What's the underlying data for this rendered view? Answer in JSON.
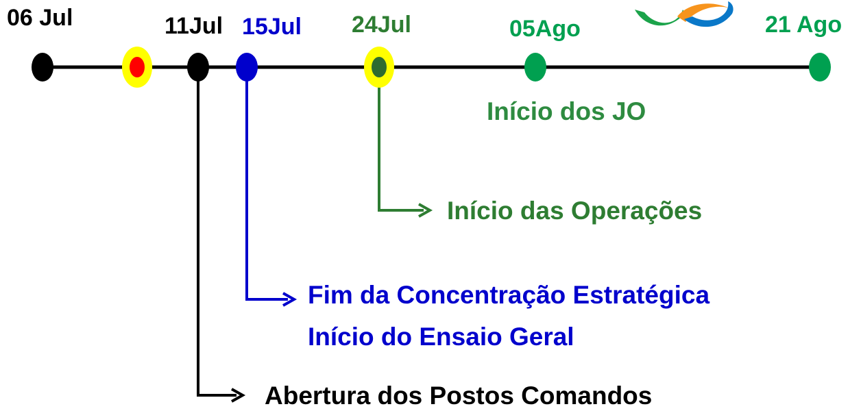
{
  "timeline": {
    "dates": [
      {
        "id": "d1",
        "label": "06 Jul",
        "color": "#000000"
      },
      {
        "id": "d2",
        "label": "11Jul",
        "color": "#000000"
      },
      {
        "id": "d3",
        "label": "15Jul",
        "color": "#0000CC"
      },
      {
        "id": "d4",
        "label": "24Jul",
        "color": "#2E7D32"
      },
      {
        "id": "d5",
        "label": "05Ago",
        "color": "#00A050"
      },
      {
        "id": "d6",
        "label": "21 Ago",
        "color": "#00A050"
      }
    ],
    "events": {
      "jo": {
        "text": "Início dos JO",
        "color": "#2E8B40"
      },
      "operacoes": {
        "text": "Início das Operações",
        "color": "#2E7D32"
      },
      "fim_concentracao": {
        "text": "Fim da Concentração Estratégica",
        "color": "#0000CC"
      },
      "ensaio_geral": {
        "text": "Início do Ensaio Geral",
        "color": "#0000CC"
      },
      "postos": {
        "text": "Abertura dos Postos Comandos",
        "color": "#000000"
      }
    },
    "markers": {
      "highlight_color": "#FFFF00",
      "red_dot_color": "#FF0000",
      "dark_green_color": "#2E6B30",
      "line_color": "#000000"
    }
  },
  "logo": {
    "name": "rio-2016-logo-icon",
    "colors": [
      "#1BA34A",
      "#F7941D",
      "#0A78C8"
    ]
  }
}
